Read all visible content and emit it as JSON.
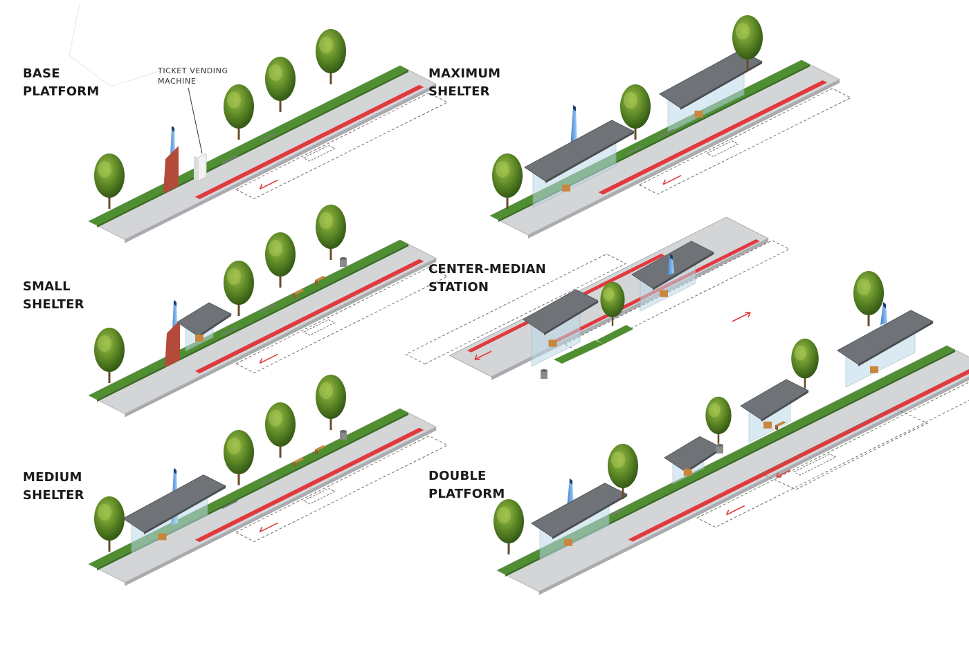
{
  "panels": [
    {
      "id": "base-platform",
      "title_lines": [
        "BASE",
        "PLATFORM"
      ]
    },
    {
      "id": "small-shelter",
      "title_lines": [
        "SMALL",
        "SHELTER"
      ]
    },
    {
      "id": "medium-shelter",
      "title_lines": [
        "MEDIUM",
        "SHELTER"
      ]
    },
    {
      "id": "maximum-shelter",
      "title_lines": [
        "MAXIMUM",
        "SHELTER"
      ]
    },
    {
      "id": "center-median-station",
      "title_lines": [
        "CENTER-MEDIAN",
        "STATION"
      ]
    },
    {
      "id": "double-platform",
      "title_lines": [
        "DOUBLE",
        "PLATFORM"
      ]
    }
  ],
  "callout": {
    "lines": [
      "TICKET VENDING",
      "MACHINE"
    ]
  },
  "colors": {
    "paving": "#d4d5d7",
    "paving_edge": "#a9abae",
    "grass": "#4f8f32",
    "grass_dark": "#3a6d24",
    "bus_lane": "#e03a3e",
    "dashed_outline": "#6e6e6e",
    "roof": "#6f7378",
    "glass": "#bcd9e8",
    "totem": "#6aa7e0",
    "accent_panel": "#b34a3a",
    "tree_foliage": "#5f8a26",
    "tree_trunk": "#6b4a2b",
    "bench_wood": "#c9863e",
    "label_text": "#1a1a1a"
  }
}
